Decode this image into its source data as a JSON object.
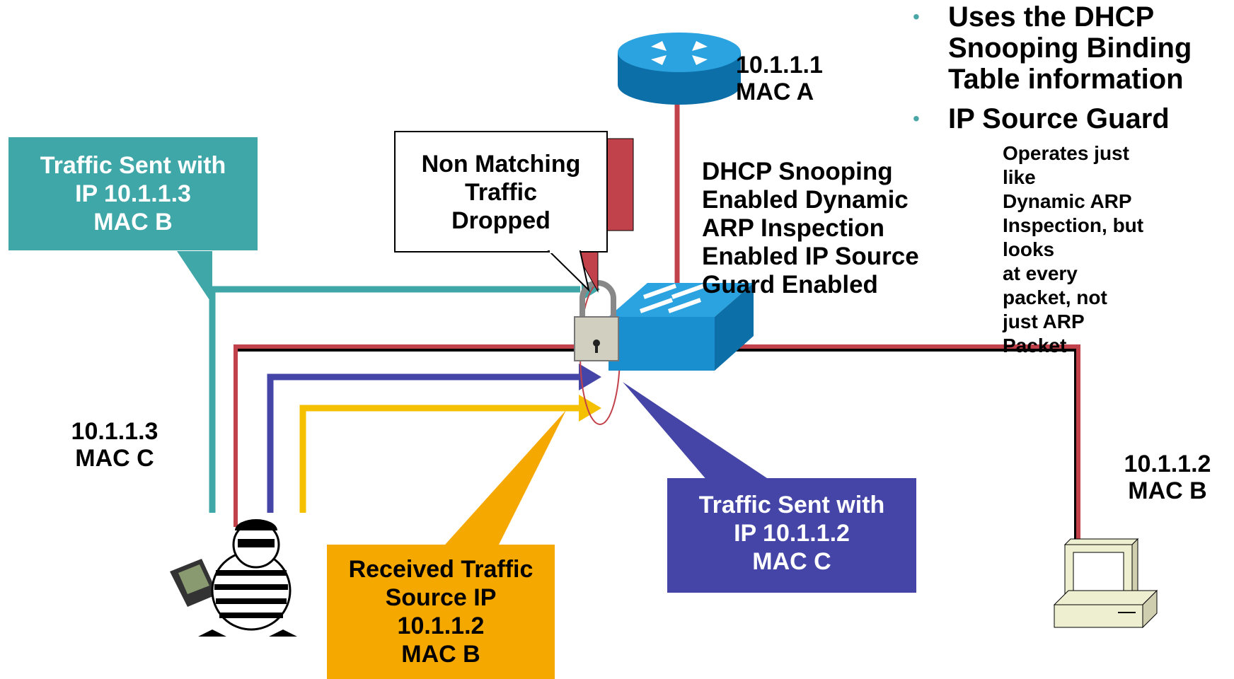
{
  "router_label": [
    "10.1.1.1",
    "MAC A"
  ],
  "attacker_label": [
    "10.1.1.3",
    "MAC C"
  ],
  "host_label": [
    "10.1.1.2",
    "MAC B"
  ],
  "callout_teal": [
    "Traffic Sent with",
    "IP 10.1.1.3",
    "MAC B"
  ],
  "callout_dropped": [
    "Non Matching",
    "Traffic",
    "Dropped"
  ],
  "callout_blue": [
    "Traffic Sent with",
    "IP  10.1.1.2",
    "MAC C"
  ],
  "callout_orange": [
    "Received Traffic",
    "Source IP",
    "10.1.1.2",
    "MAC B"
  ],
  "switch_features": [
    "DHCP Snooping",
    "Enabled Dynamic",
    "ARP Inspection",
    "Enabled IP Source",
    "Guard Enabled"
  ],
  "bullets": [
    {
      "lines": [
        "Uses the DHCP",
        "Snooping Binding",
        "Table information"
      ]
    },
    {
      "lines": [
        "IP Source Guard"
      ],
      "sub": [
        "Operates just like",
        "Dynamic ARP",
        "Inspection, but looks",
        "at every packet, not",
        "just ARP Packet"
      ]
    }
  ],
  "colors": {
    "teal": "#3fa7a8",
    "blue": "#4545a8",
    "orange": "#f5a800",
    "yellow": "#f5c000",
    "red": "#c1424a",
    "device_blue": "#1a8fcf"
  },
  "icons": [
    "router-icon",
    "switch-icon",
    "padlock-icon",
    "attacker-icon",
    "workstation-icon",
    "laptop-icon"
  ]
}
